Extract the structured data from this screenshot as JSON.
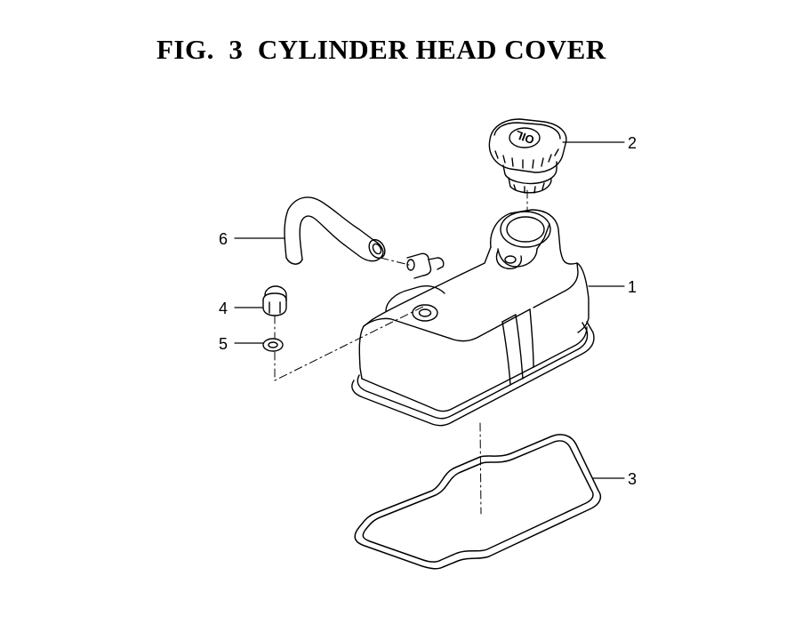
{
  "figure": {
    "title": "FIG.  3  CYLINDER HEAD COVER"
  },
  "parts": [
    {
      "number": "1",
      "name": "cylinder head cover"
    },
    {
      "number": "2",
      "name": "oil filler cap"
    },
    {
      "number": "3",
      "name": "cover gasket"
    },
    {
      "number": "4",
      "name": "cap nut"
    },
    {
      "number": "5",
      "name": "washer"
    },
    {
      "number": "6",
      "name": "breather hose"
    }
  ],
  "cap_marking": "OIL",
  "colors": {
    "line": "#000000",
    "background": "#ffffff"
  }
}
